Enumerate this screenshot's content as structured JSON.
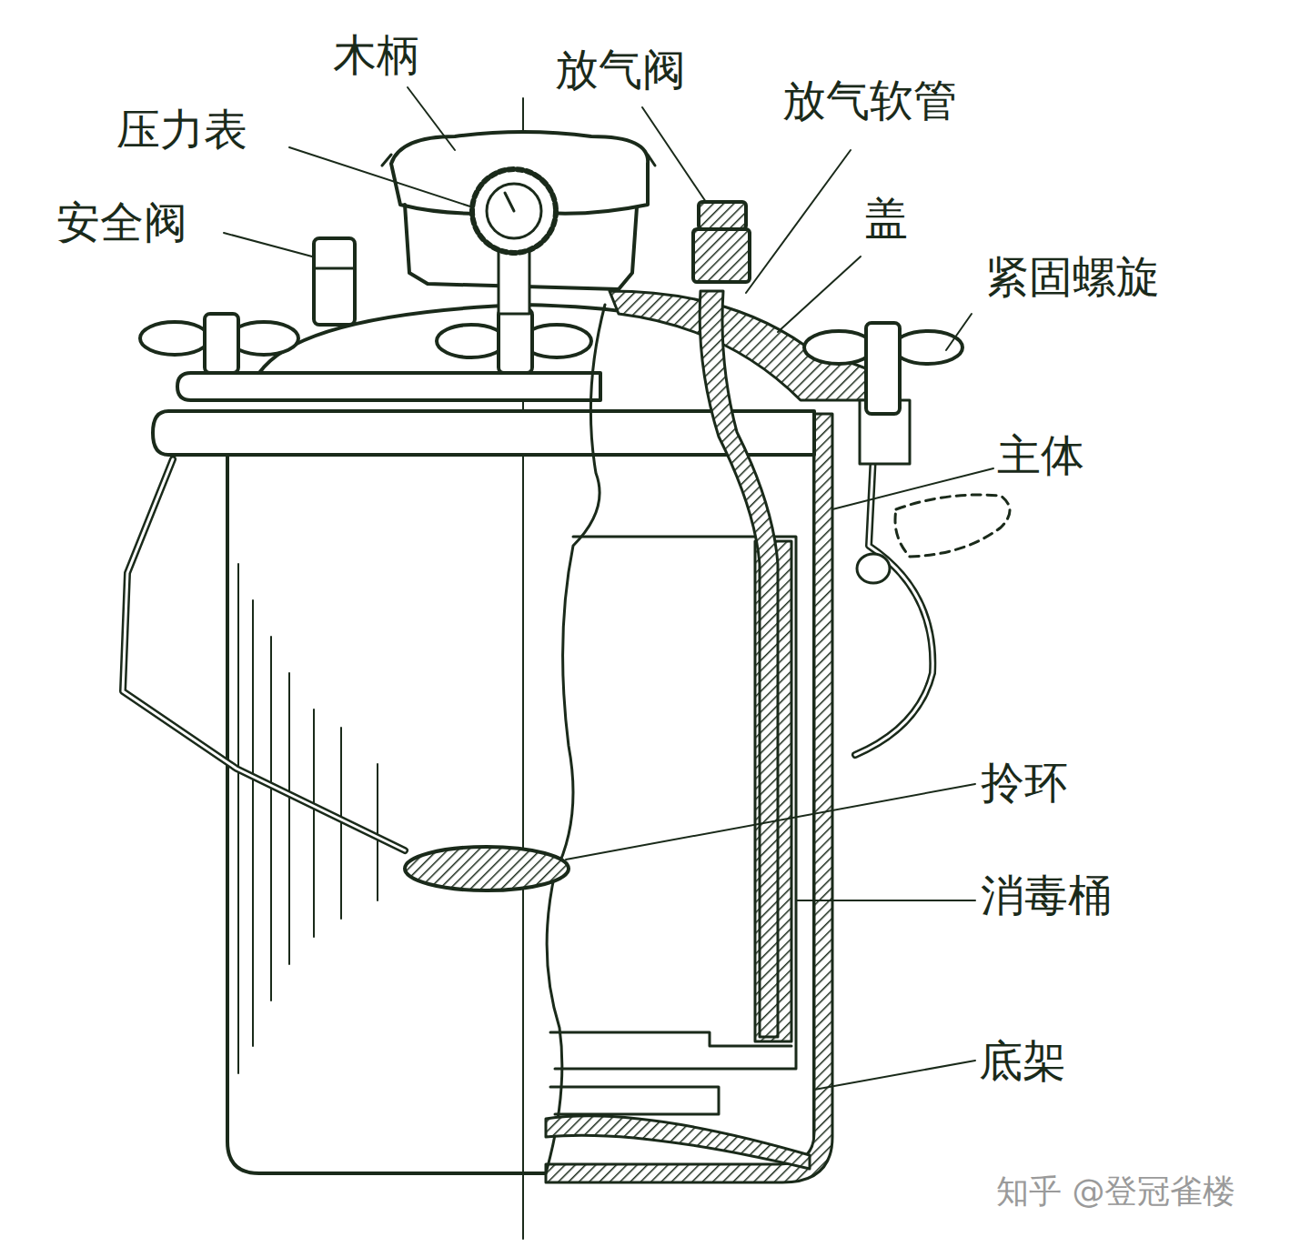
{
  "diagram": {
    "labels": [
      "木柄",
      "压力表",
      "安全阀",
      "放气阀",
      "放气软管",
      "盖",
      "紧固螺旋",
      "主体",
      "拎环",
      "消毒桶",
      "底架",
      "知乎 @登冠雀楼"
    ]
  }
}
